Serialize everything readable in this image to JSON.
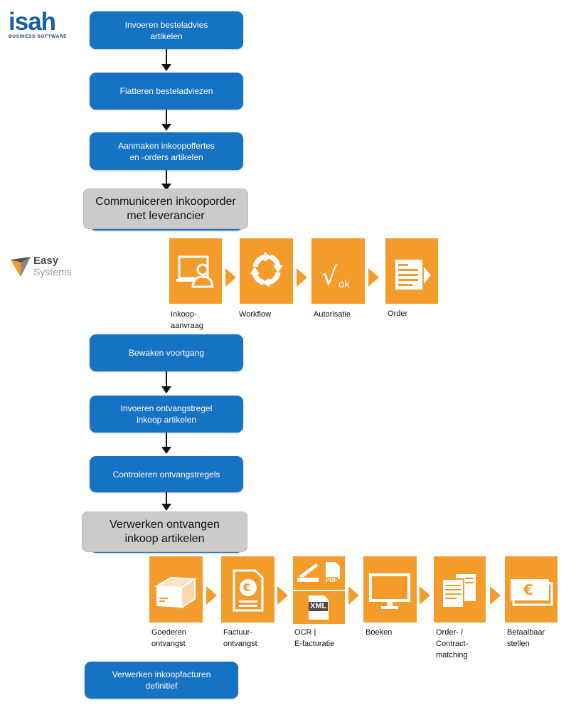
{
  "logos": {
    "isah": {
      "name": "isah",
      "tagline": "BUSINESS SOFTWARE"
    },
    "easy": {
      "line1": "Easy",
      "line2": "Systems"
    }
  },
  "process": [
    "Invoeren besteladvies\nartikelen",
    "Fiatteren besteladviezen",
    "Aanmaken inkoopoffertes\nen -orders artikelen",
    "Bewaken voortgang",
    "Invoeren ontvangstregel\ninkoop artikelen",
    "Controleren ontvangstregels",
    "Verwerken inkoopfacturen\ndefinitief"
  ],
  "overlays": [
    "Communiceren inkooporder\nmet leverancier",
    "Verwerken ontvangen\ninkoop artikelen"
  ],
  "flow1": {
    "steps": [
      {
        "label": "Inkoop-\naanvraag",
        "icon": "person-computer-icon"
      },
      {
        "label": "Workflow",
        "icon": "cycle-arrows-icon"
      },
      {
        "label": "Autorisatie",
        "icon": "checkmark-ok-icon",
        "symbol": "√",
        "sub": "ok"
      },
      {
        "label": "Order",
        "icon": "document-arrow-icon"
      }
    ]
  },
  "flow2": {
    "steps": [
      {
        "label": "Goederen\nontvangst",
        "icon": "box-icon"
      },
      {
        "label": "Factuur-\nontvangst",
        "icon": "invoice-euro-icon",
        "symbol": "€"
      },
      {
        "label": "OCR |\nE-facturatie",
        "icon": "scanner-pdf-xml-icon",
        "pdf": "PDF",
        "xml": "XML"
      },
      {
        "label": "Boeken",
        "icon": "monitor-icon"
      },
      {
        "label": "Order- /\nContract-\nmatching",
        "icon": "documents-icon"
      },
      {
        "label": "Betaalbaar\nstellen",
        "icon": "banknote-icon",
        "symbol": "€"
      }
    ]
  },
  "colors": {
    "blue": "#1672c2",
    "orange": "#f39c2b",
    "grey": "#cdcbca"
  }
}
